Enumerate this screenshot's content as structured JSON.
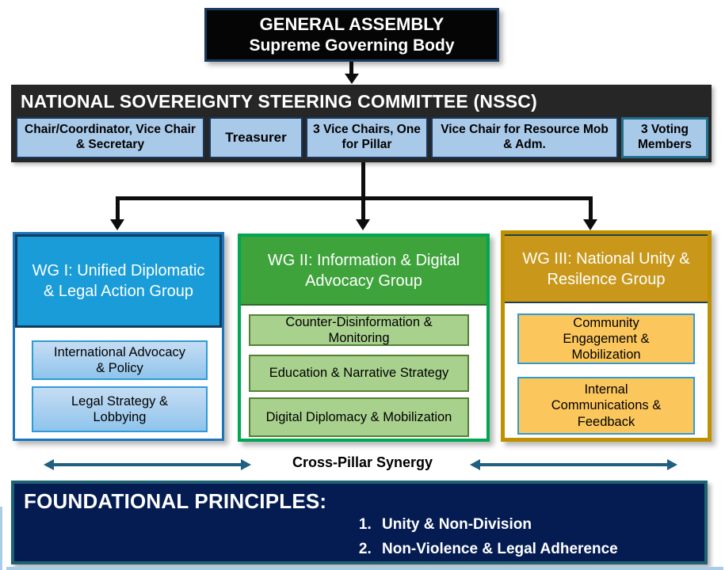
{
  "colors": {
    "page_bg": "#FFFFFF",
    "black_box": "#050505",
    "nssc_banner": "#262626",
    "role_fill": "#A9C9E9",
    "role_border": "#17375E",
    "voting_member_border": "#1F6F8C",
    "connector_black": "#0D0D0D",
    "synergy_arrow": "#1F5F7F",
    "principles_fill": "#041C52",
    "principles_border": "#1F6373",
    "slide_edge": "#A9CCE8"
  },
  "general_assembly": {
    "title": "GENERAL ASSEMBLY",
    "subtitle": "Supreme Governing Body"
  },
  "nssc": {
    "title": "NATIONAL SOVEREIGNTY STEERING COMMITTEE (NSSC)",
    "roles": [
      {
        "label": "Chair/Coordinator, Vice Chair & Secretary"
      },
      {
        "label": "Treasurer"
      },
      {
        "label": "3 Vice Chairs, One for Pillar"
      },
      {
        "label": "Vice Chair for Resource Mob & Adm."
      },
      {
        "label": "3 Voting Members"
      }
    ]
  },
  "working_groups": [
    {
      "title": "WG I: Unified Diplomatic & Legal Action Group",
      "colors": {
        "header": "#199CD8",
        "group_border": "#1B75BB",
        "sub_fill_top": "#C6DDF3",
        "sub_fill_bottom": "#8FC4EC",
        "sub_border": "#2E9BD6"
      },
      "subgroups": [
        "International Advocacy & Policy",
        "Legal Strategy & Lobbying"
      ]
    },
    {
      "title": "WG II: Information & Digital Advocacy Group",
      "colors": {
        "header": "#3FA33C",
        "group_border": "#00A651",
        "sub_fill": "#A9D18E",
        "sub_border": "#538135"
      },
      "subgroups": [
        "Counter-Disinformation & Monitoring",
        "Education & Narrative Strategy",
        "Digital Diplomacy & Mobilization"
      ]
    },
    {
      "title": "WG III: National Unity & Resilence Group",
      "colors": {
        "header": "#C9981B",
        "group_border": "#BF9000",
        "sub_fill": "#FBC75D",
        "sub_border": "#2E9BD6"
      },
      "subgroups": [
        "Community Engagement & Mobilization",
        "Internal Communications & Feedback"
      ]
    }
  ],
  "synergy": {
    "label": "Cross-Pillar Synergy"
  },
  "principles": {
    "title": "FOUNDATIONAL PRINCIPLES:",
    "items": [
      "Unity & Non-Division",
      "Non-Violence & Legal Adherence"
    ]
  }
}
